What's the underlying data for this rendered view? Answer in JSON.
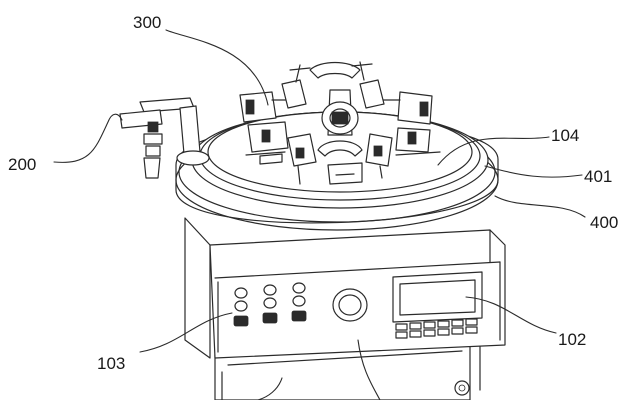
{
  "diagram": {
    "callouts": [
      {
        "id": "c300",
        "text": "300"
      },
      {
        "id": "c200",
        "text": "200"
      },
      {
        "id": "c104",
        "text": "104"
      },
      {
        "id": "c401",
        "text": "401"
      },
      {
        "id": "c400",
        "text": "400"
      },
      {
        "id": "c102",
        "text": "102"
      },
      {
        "id": "c103",
        "text": "103"
      }
    ]
  }
}
